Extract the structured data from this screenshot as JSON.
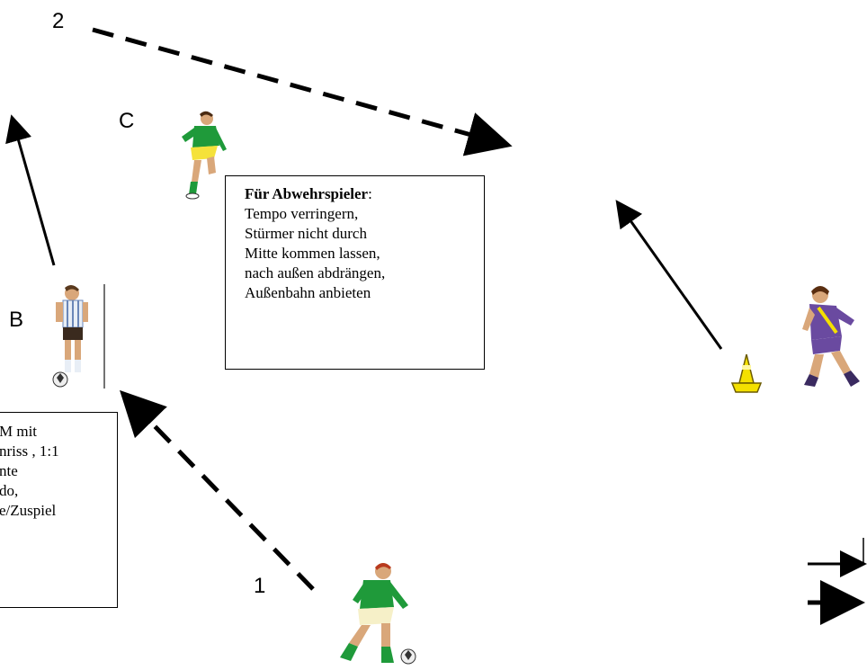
{
  "labels": {
    "one": "1",
    "two": "2",
    "b": "B",
    "c": "C"
  },
  "defender_box": {
    "title": "Für Abwehrspieler",
    "title_suffix": ":",
    "lines": [
      "Tempo verringern,",
      "Stürmer nicht durch",
      "Mitte kommen lassen,",
      "nach außen abdrängen,",
      "Außenbahn anbieten"
    ]
  },
  "left_box": {
    "lines": [
      "M mit",
      "nriss ,  1:1",
      "nte",
      "do,",
      "e/Zuspiel"
    ]
  },
  "colors": {
    "line": "#000000",
    "cone": "#f4e000",
    "green_kit": "#1f9a3a",
    "purple_kit": "#6a4aa0"
  }
}
